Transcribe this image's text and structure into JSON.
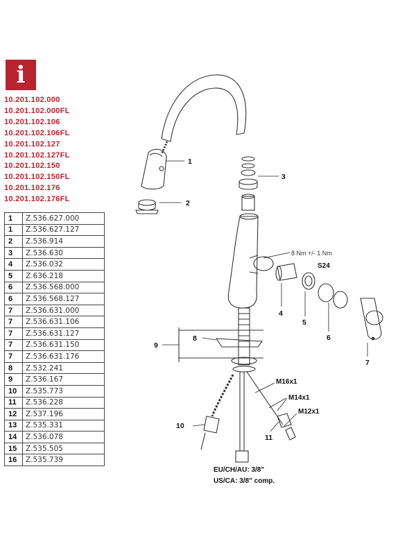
{
  "info_symbol": "i",
  "colors": {
    "brand_red": "#c0232f",
    "info_box": "#b8232f"
  },
  "model_numbers": [
    "10.201.102.000",
    "10.201.102.000FL",
    "10.201.102.106",
    "10.201.102.106FL",
    "10.201.102.127",
    "10.201.102.127FL",
    "10.201.102.150",
    "10.201.102.150FL",
    "10.201.102.176",
    "10.201.102.176FL"
  ],
  "parts": [
    {
      "no": "1",
      "code": "Z.536.627.000"
    },
    {
      "no": "1",
      "code": "Z.536.627.127"
    },
    {
      "no": "2",
      "code": "Z.536.914"
    },
    {
      "no": "3",
      "code": "Z.536.630"
    },
    {
      "no": "4",
      "code": "Z.536.032"
    },
    {
      "no": "5",
      "code": "Z.636.218"
    },
    {
      "no": "6",
      "code": "Z.536.568.000"
    },
    {
      "no": "6",
      "code": "Z.536.568.127"
    },
    {
      "no": "7",
      "code": "Z.536.631.000"
    },
    {
      "no": "7",
      "code": "Z.536.631.106"
    },
    {
      "no": "7",
      "code": "Z.536.631.127"
    },
    {
      "no": "7",
      "code": "Z.536.631.150"
    },
    {
      "no": "7",
      "code": "Z.536.631.176"
    },
    {
      "no": "8",
      "code": "Z.532.241"
    },
    {
      "no": "9",
      "code": "Z.536.167"
    },
    {
      "no": "10",
      "code": "Z.535.773"
    },
    {
      "no": "11",
      "code": "Z.536.228"
    },
    {
      "no": "12",
      "code": "Z.537.196"
    },
    {
      "no": "13",
      "code": "Z.535.331"
    },
    {
      "no": "14",
      "code": "Z.536.078"
    },
    {
      "no": "15",
      "code": "Z.535.505"
    },
    {
      "no": "16",
      "code": "Z.535.739"
    }
  ],
  "diagram": {
    "callouts": {
      "c1": "1",
      "c2": "2",
      "c3": "3",
      "c4": "4",
      "c5": "5",
      "c6": "6",
      "c7": "7",
      "c8": "8",
      "c9": "9",
      "c10": "10",
      "c11": "11"
    },
    "torque": "8 Nm +/- 1 Nm",
    "wrench_size": "S24",
    "threads": [
      "M16x1",
      "M14x1",
      "M12x1"
    ],
    "connection_eu": "EU/CH/AU: 3/8\"",
    "connection_us": "US/CA: 3/8\" comp."
  }
}
